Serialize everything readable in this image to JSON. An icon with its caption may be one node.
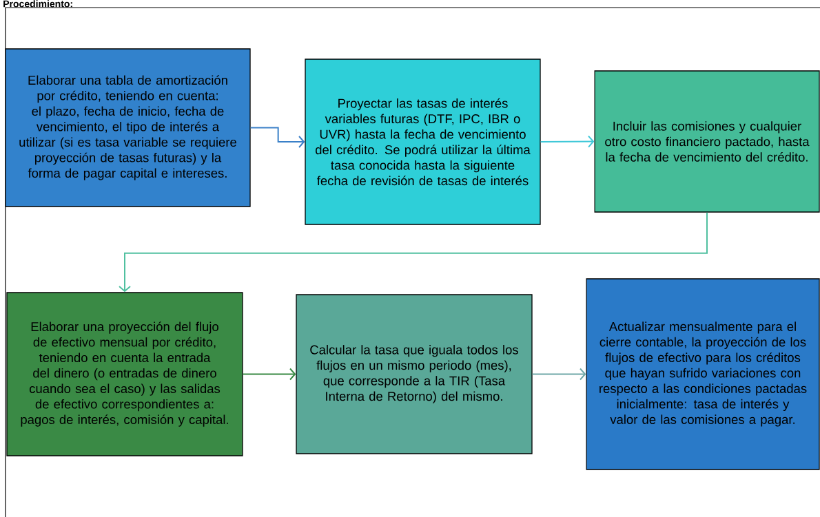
{
  "diagram": {
    "title": "Procedimiento:",
    "nodes": [
      {
        "text": [
          "Elaborar una tabla de amortización por crédito, teniendo en cuenta: el plazo, fecha de inicio, fecha de vencimiento, el tipo de interés a utilizar (si es tasa variable se requiere proyección de tasas futuras) y la forma de pagar capital e intereses."
        ]
      },
      {
        "text": [
          "Proyectar las tasas de interés variables futuras (DTF, IPC, IBR o UVR) hasta la fecha de vencimiento del crédito. Se podrá utilizar la última tasa conocida hasta la siguiente fecha de revisión de tasas de interés"
        ]
      },
      {
        "text": [
          "Incluir las comisiones y cualquier otro costo financiero pactado, hasta la fecha de vencimiento del crédito."
        ]
      },
      {
        "text": [
          "Elaborar una proyección del flujo de efectivo mensual por crédito, teniendo en cuenta la entrada del dinero (o entradas de dinero cuando sea el caso) y las salidas de efectivo correspondientes a: pagos de interés, comisión y capital."
        ]
      },
      {
        "text": [
          "Calcular la tasa que iguala todos los flujos en un mismo periodo (mes), que corresponde a la TIR (Tasa Interna de Retorno) del mismo."
        ]
      },
      {
        "text": [
          "Actualizar mensualmente para el cierre contable, la proyección de los flujos de efectivo para los créditos que hayan sufrido variaciones con respecto a las condiciones pactadas inicialmente: tasa de interés y valor de las comisiones a pagar."
        ]
      }
    ],
    "edges": [
      {
        "from": 0,
        "to": 1,
        "arrow": "to",
        "color": "#3a80c8"
      },
      {
        "from": 1,
        "to": 2,
        "arrow": "to",
        "color": "#40c8d8"
      },
      {
        "from": 2,
        "to": 3,
        "arrow": "to",
        "color": "#50c0a0"
      },
      {
        "from": 3,
        "to": 4,
        "arrow": "to",
        "color": "#3a8a45"
      },
      {
        "from": 4,
        "to": 5,
        "arrow": "to",
        "color": "#70a8a8"
      }
    ]
  }
}
